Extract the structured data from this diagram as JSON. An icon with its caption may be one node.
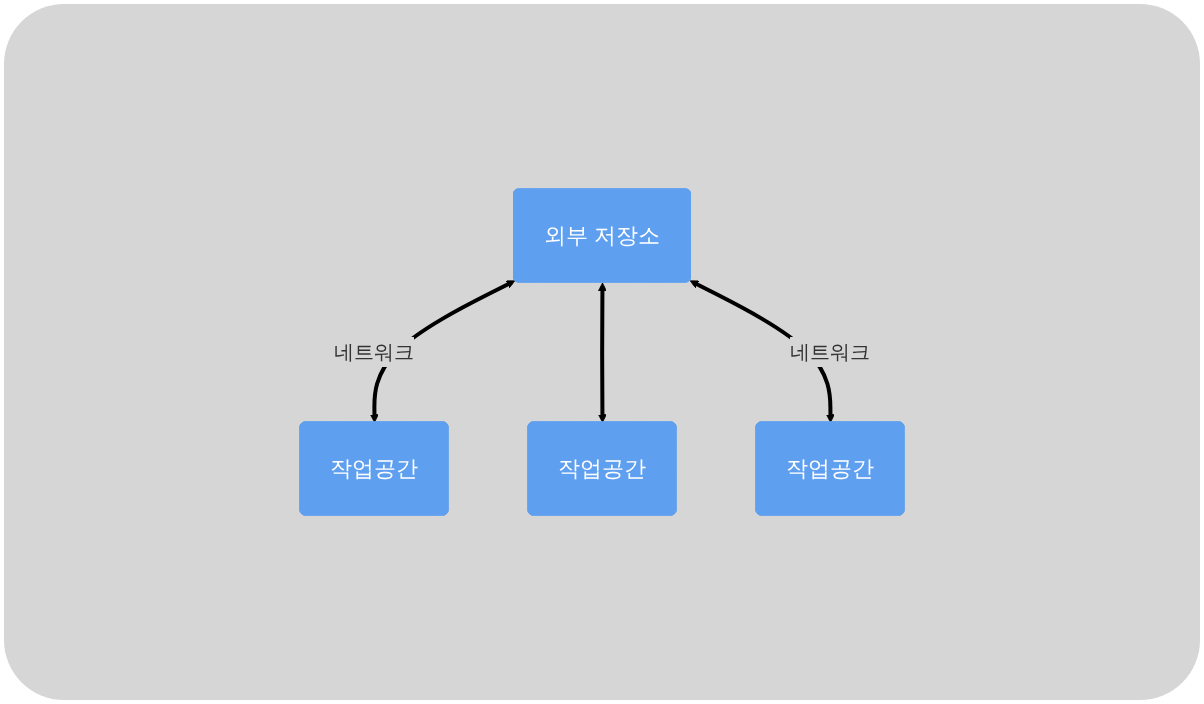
{
  "diagram": {
    "nodes": [
      {
        "text": [
          "외부 저장소"
        ]
      },
      {
        "text": [
          "작업공간"
        ]
      },
      {
        "text": [
          "작업공간"
        ]
      },
      {
        "text": [
          "작업공간"
        ]
      }
    ],
    "edges": [
      {
        "from": 0,
        "to": 1,
        "arrow": "both",
        "label": "네트워크"
      },
      {
        "from": 0,
        "to": 2,
        "arrow": "both"
      },
      {
        "from": 0,
        "to": 3,
        "arrow": "both",
        "label": "네트워크"
      }
    ]
  }
}
